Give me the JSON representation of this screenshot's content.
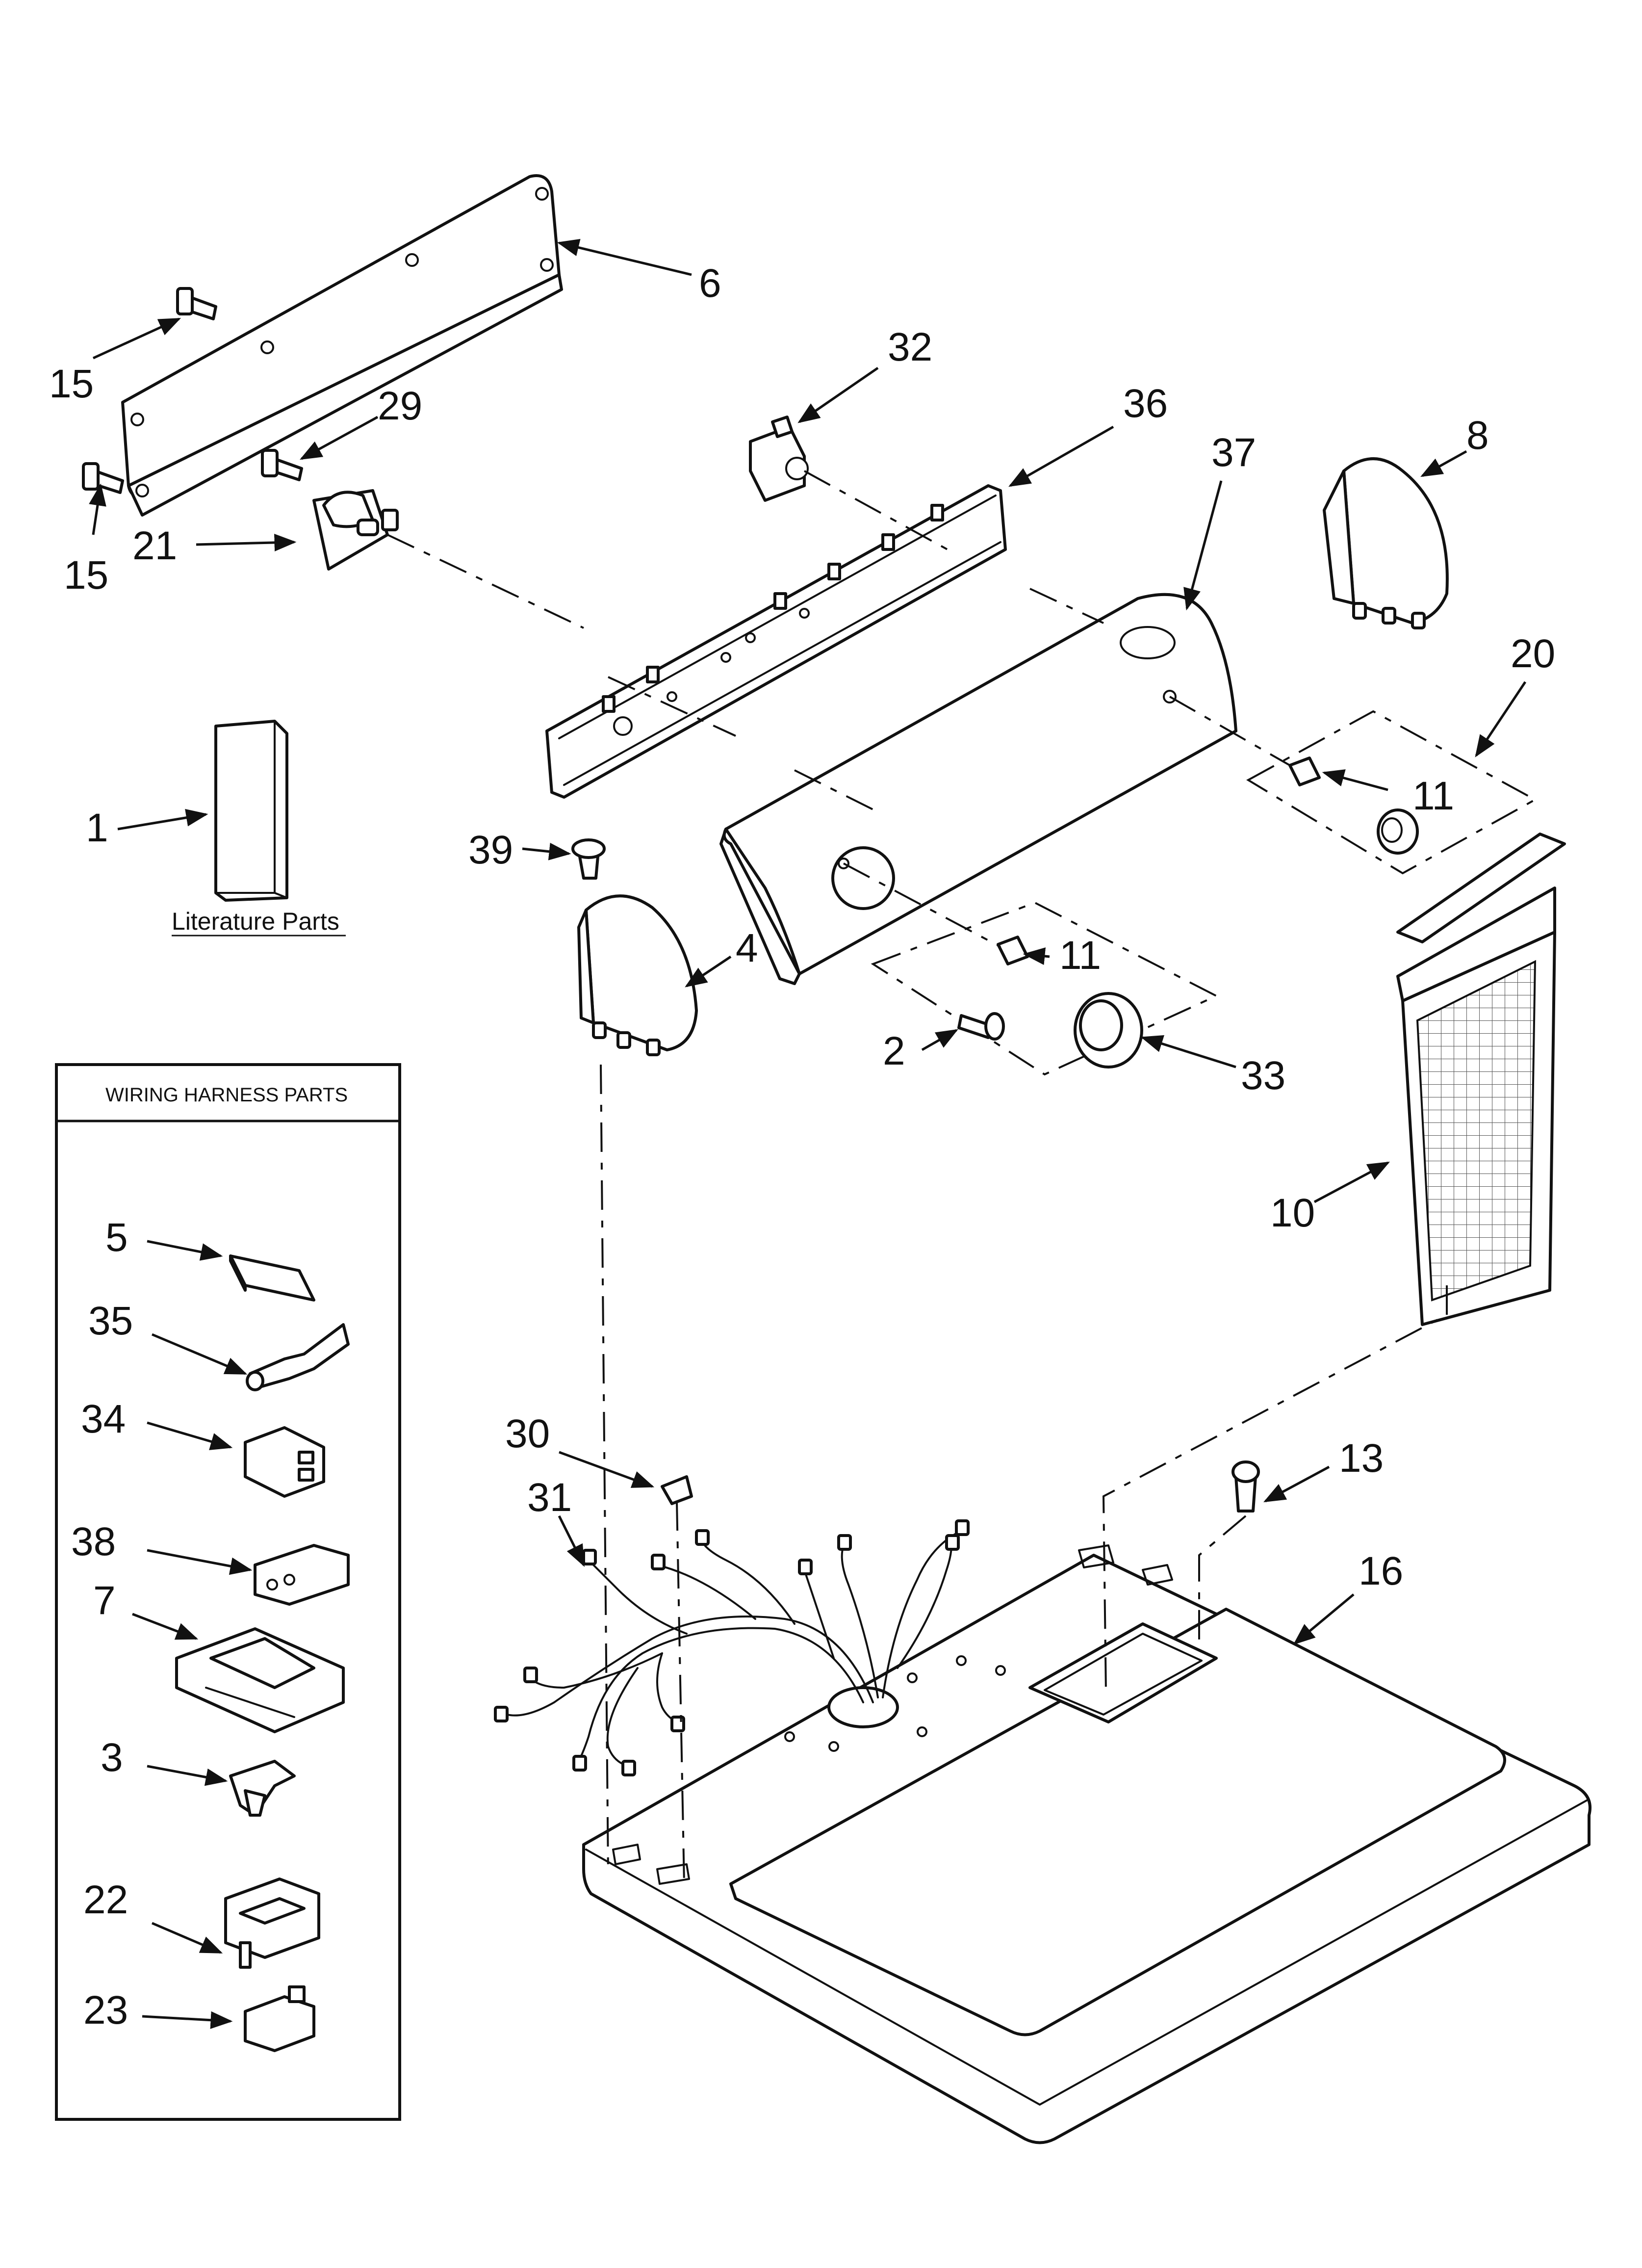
{
  "literature_caption": "Literature Parts",
  "wiring_box_title": "WIRING HARNESS PARTS",
  "callouts": {
    "c1": "1",
    "c2": "2",
    "c3": "3",
    "c4": "4",
    "c5": "5",
    "c6": "6",
    "c7": "7",
    "c8": "8",
    "c10": "10",
    "c11a": "11",
    "c11b": "11",
    "c13": "13",
    "c15a": "15",
    "c15b": "15",
    "c16": "16",
    "c20": "20",
    "c21": "21",
    "c22": "22",
    "c23": "23",
    "c29": "29",
    "c30": "30",
    "c31": "31",
    "c32": "32",
    "c33": "33",
    "c34": "34",
    "c35": "35",
    "c36": "36",
    "c37": "37",
    "c38": "38",
    "c39": "39"
  }
}
